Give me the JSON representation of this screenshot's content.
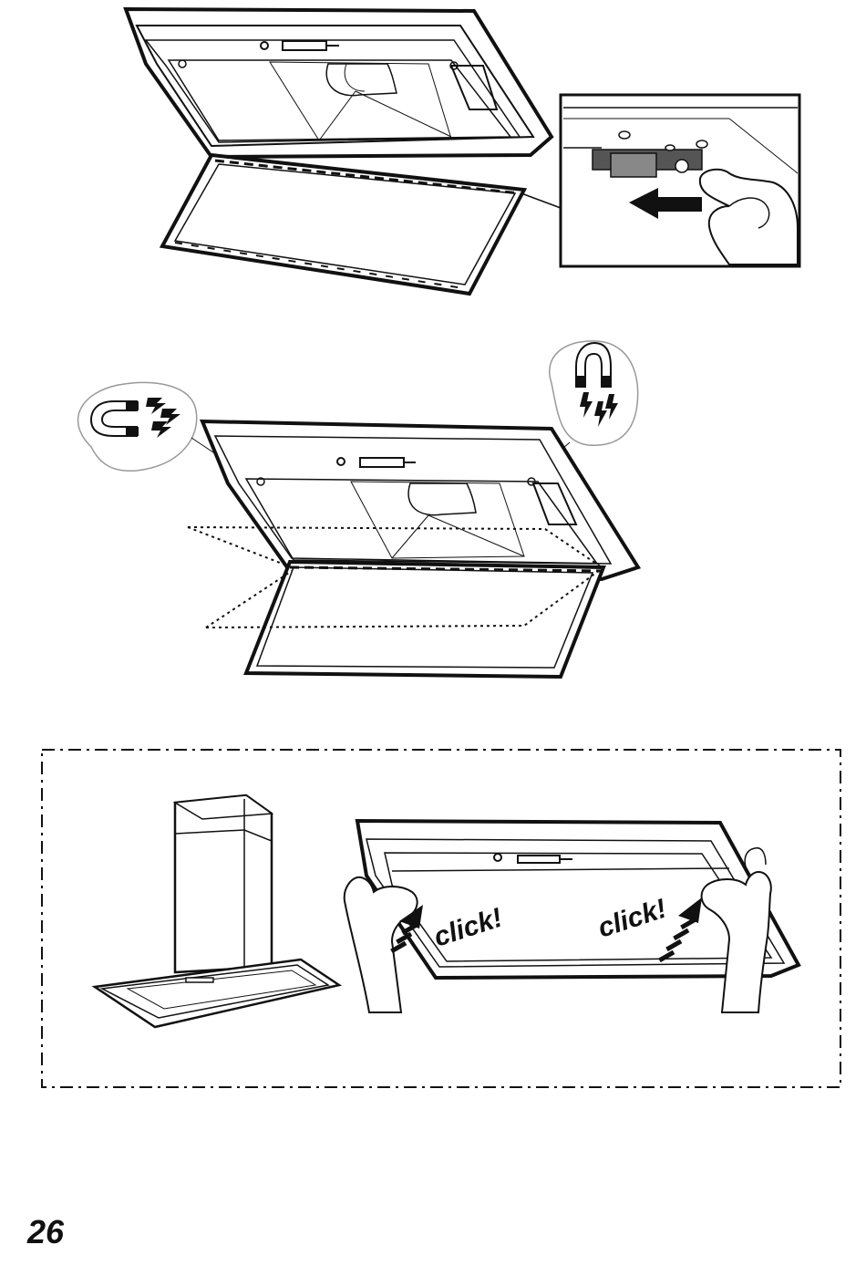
{
  "page": {
    "number": "26"
  },
  "figure3": {
    "click_left": "click!",
    "click_right": "click!"
  },
  "icons": [
    "magnet-icon",
    "lightning-icon",
    "arrow-icon",
    "hand-icon"
  ],
  "colors": {
    "ink": "#111111",
    "paper": "#ffffff"
  }
}
